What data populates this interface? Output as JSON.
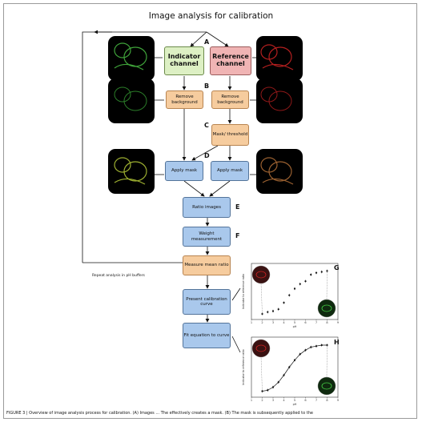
{
  "figure": {
    "title": "Image analysis for calibration",
    "loop_label": "Repeat analysis in pH buffers",
    "caption_text": "FIGURE 3 | Overview of image analysis process for calibration. (A) Images ...    The effectively creates a mask. (B) The mask is subsequently applied to the"
  },
  "steps": {
    "indicator": "Indicator channel",
    "reference": "Reference channel",
    "remove_bg_left": "Remove background",
    "remove_bg_right": "Remove background",
    "mask": "Mask/ threshold",
    "apply_left": "Apply mask",
    "apply_right": "Apply mask",
    "ratio": "Ratio images",
    "weight": "Weight measurement",
    "measure": "Measure mean ratio",
    "present": "Present calibration curve",
    "fit": "Fit equation to curve"
  },
  "letters": [
    "A",
    "B",
    "C",
    "D",
    "E",
    "F",
    "G",
    "H"
  ],
  "colors": {
    "indicator": "#ddf0c4",
    "reference": "#f0b4b4",
    "orange": "#f6cc9e",
    "blue": "#a9c8ec"
  },
  "plots": {
    "ylabel": "Indicator to reference ratio",
    "xlabel": "pH",
    "x_ticks": [
      "1",
      "2",
      "3",
      "4",
      "5",
      "6",
      "7",
      "8",
      "9"
    ],
    "G_points": [
      {
        "x": 2.0,
        "y": 0.06
      },
      {
        "x": 2.5,
        "y": 0.08
      },
      {
        "x": 3.0,
        "y": 0.09
      },
      {
        "x": 3.5,
        "y": 0.11
      },
      {
        "x": 4.0,
        "y": 0.18
      },
      {
        "x": 4.5,
        "y": 0.26
      },
      {
        "x": 5.0,
        "y": 0.33
      },
      {
        "x": 5.5,
        "y": 0.38
      },
      {
        "x": 6.0,
        "y": 0.41
      },
      {
        "x": 6.5,
        "y": 0.48
      },
      {
        "x": 7.0,
        "y": 0.5
      },
      {
        "x": 7.5,
        "y": 0.51
      },
      {
        "x": 8.0,
        "y": 0.52
      }
    ],
    "H_points": [
      {
        "x": 2.0,
        "y": 0.06
      },
      {
        "x": 2.5,
        "y": 0.07
      },
      {
        "x": 3.0,
        "y": 0.1
      },
      {
        "x": 3.5,
        "y": 0.15
      },
      {
        "x": 4.0,
        "y": 0.22
      },
      {
        "x": 4.5,
        "y": 0.3
      },
      {
        "x": 5.0,
        "y": 0.37
      },
      {
        "x": 5.5,
        "y": 0.43
      },
      {
        "x": 6.0,
        "y": 0.47
      },
      {
        "x": 6.5,
        "y": 0.5
      },
      {
        "x": 7.0,
        "y": 0.51
      },
      {
        "x": 7.5,
        "y": 0.52
      },
      {
        "x": 8.0,
        "y": 0.52
      }
    ],
    "x_range": [
      1,
      9
    ],
    "y_range": [
      0,
      0.6
    ]
  }
}
